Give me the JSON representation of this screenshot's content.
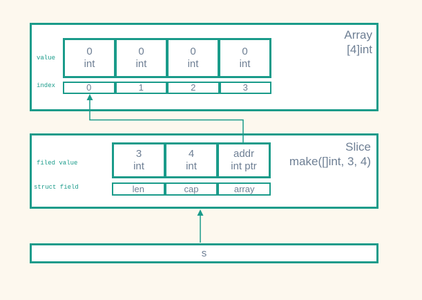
{
  "colors": {
    "accent_teal": "#1a9b8a",
    "text_gray_blue": "#6e7f94",
    "background_cream": "#fdf8ee",
    "box_background": "#ffffff"
  },
  "array": {
    "title": "Array",
    "subtitle": "[4]int",
    "value_label": "value",
    "index_label": "index",
    "cells": [
      {
        "value": "0",
        "type": "int"
      },
      {
        "value": "0",
        "type": "int"
      },
      {
        "value": "0",
        "type": "int"
      },
      {
        "value": "0",
        "type": "int"
      }
    ],
    "indices": [
      "0",
      "1",
      "2",
      "3"
    ]
  },
  "slice": {
    "title": "Slice",
    "subtitle": "make([]int, 3, 4)",
    "field_value_label": "filed value",
    "struct_field_label": "struct field",
    "cells": [
      {
        "value": "3",
        "type": "int"
      },
      {
        "value": "4",
        "type": "int"
      },
      {
        "value": "addr",
        "type": "int ptr"
      }
    ],
    "struct_fields": [
      "len",
      "cap",
      "array"
    ]
  },
  "variable": {
    "label": "s"
  }
}
